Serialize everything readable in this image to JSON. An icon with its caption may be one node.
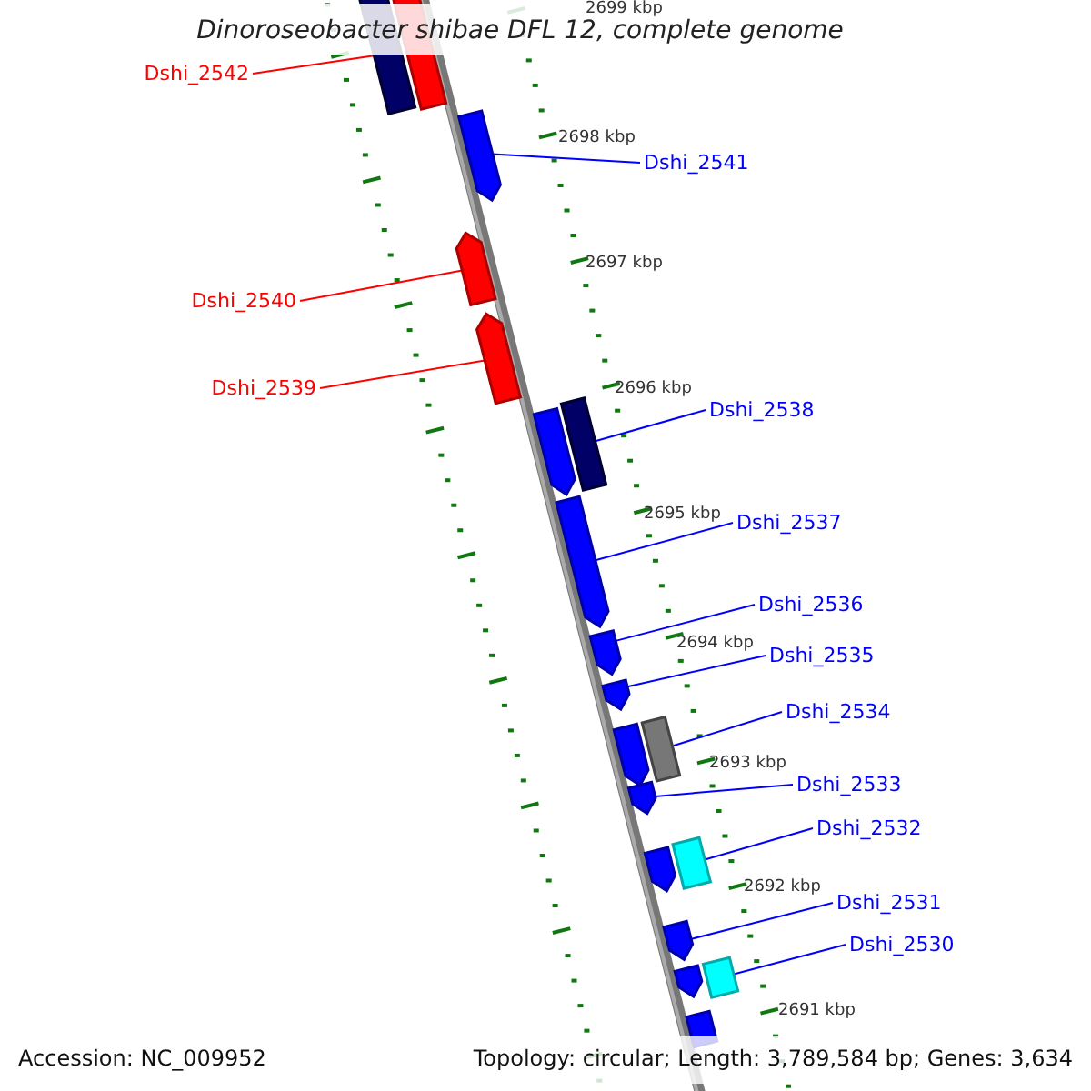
{
  "diagram": {
    "title": "Dinoroseobacter shibae DFL 12, complete genome",
    "nodes": [
      {
        "text": [
          "Dshi_2542"
        ]
      },
      {
        "text": [],
        "shape": "box"
      },
      {
        "text": [
          "Dshi_2541"
        ]
      },
      {
        "text": [],
        "shape": "arrow"
      },
      {
        "text": [
          "Dshi_2540"
        ]
      },
      {
        "text": [],
        "shape": "arrow"
      },
      {
        "text": [
          "Dshi_2539"
        ]
      },
      {
        "text": [],
        "shape": "arrow"
      },
      {
        "text": [
          "Dshi_2538"
        ]
      },
      {
        "text": [],
        "shape": "box"
      },
      {
        "text": [
          "Dshi_2537"
        ]
      },
      {
        "text": [],
        "shape": "arrow"
      },
      {
        "text": [
          "Dshi_2536"
        ]
      },
      {
        "text": [],
        "shape": "arrow"
      },
      {
        "text": [
          "Dshi_2535"
        ]
      },
      {
        "text": [],
        "shape": "arrow"
      },
      {
        "text": [
          "Dshi_2534"
        ]
      },
      {
        "text": [],
        "shape": "box"
      },
      {
        "text": [
          "Dshi_2533"
        ]
      },
      {
        "text": [],
        "shape": "arrow"
      },
      {
        "text": [
          "Dshi_2532"
        ]
      },
      {
        "text": [],
        "shape": "box"
      },
      {
        "text": [
          "Dshi_2531"
        ]
      },
      {
        "text": [],
        "shape": "arrow"
      },
      {
        "text": [
          "Dshi_2530"
        ]
      },
      {
        "text": [],
        "shape": "box"
      },
      {
        "text": [],
        "shape": "box"
      },
      {
        "text": [],
        "shape": "arrow"
      },
      {
        "text": [],
        "shape": "arrow"
      },
      {
        "text": [],
        "shape": "arrow"
      },
      {
        "text": [],
        "shape": "arrow"
      },
      {
        "text": [],
        "shape": "box"
      }
    ],
    "edges": [
      {
        "from": 0,
        "to": 1,
        "arrow": "none",
        "color": "#ff0000"
      },
      {
        "from": 2,
        "to": 3,
        "arrow": "none"
      },
      {
        "from": 4,
        "to": 5,
        "arrow": "none",
        "color": "#ff0000"
      },
      {
        "from": 6,
        "to": 7,
        "arrow": "none",
        "color": "#ff0000"
      },
      {
        "from": 8,
        "to": 9,
        "arrow": "none"
      },
      {
        "from": 10,
        "to": 11,
        "arrow": "none"
      },
      {
        "from": 12,
        "to": 13,
        "arrow": "none"
      },
      {
        "from": 14,
        "to": 15,
        "arrow": "none"
      },
      {
        "from": 16,
        "to": 17,
        "arrow": "none"
      },
      {
        "from": 18,
        "to": 19,
        "arrow": "none"
      },
      {
        "from": 20,
        "to": 21,
        "arrow": "none"
      },
      {
        "from": 22,
        "to": 23,
        "arrow": "none"
      },
      {
        "from": 24,
        "to": 25,
        "arrow": "none"
      }
    ],
    "labels": [
      "2699 kbp",
      "2698 kbp",
      "2697 kbp",
      "2696 kbp",
      "2695 kbp",
      "2694 kbp",
      "2693 kbp",
      "2692 kbp",
      "2691 kbp",
      "Accession: NC_009952",
      "Topology: circular; Length: 3,789,584 bp; Genes: 3,634"
    ]
  }
}
